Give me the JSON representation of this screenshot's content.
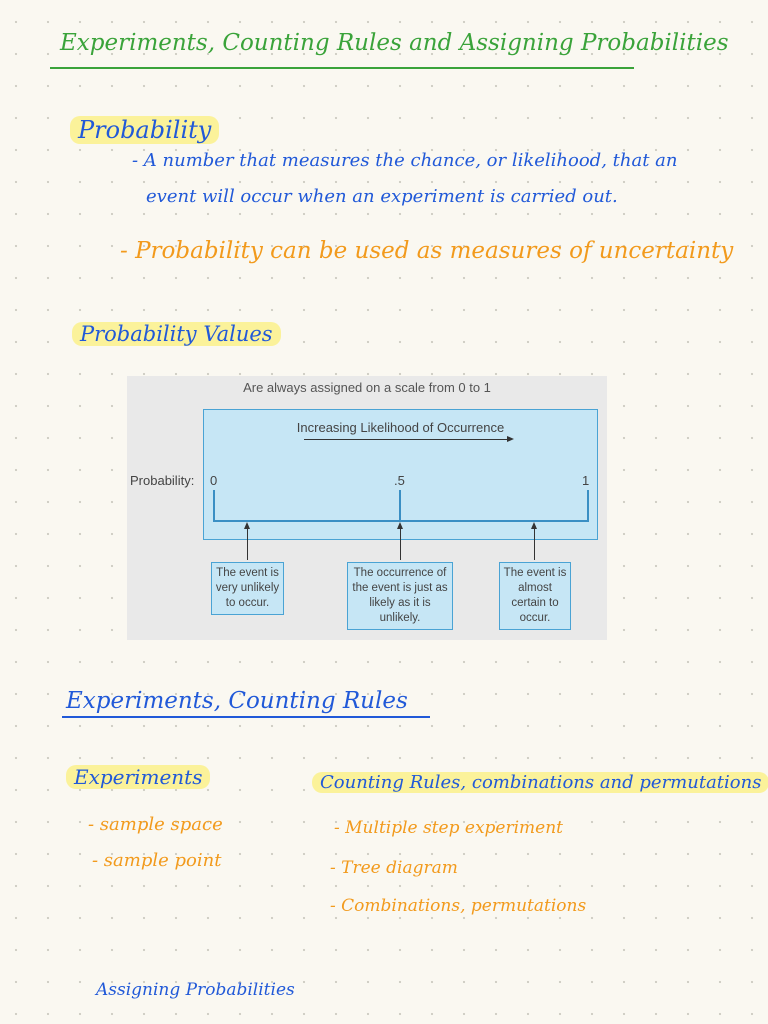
{
  "title": "Experiments, Counting Rules and Assigning Probabilities",
  "probability": {
    "heading": "Probability",
    "definition_line1": "- A number that measures the chance, or likelihood, that an",
    "definition_line2": "event will occur when an experiment is carried out.",
    "uncertainty_note": "- Probability can be used as measures of uncertainty"
  },
  "probability_values": {
    "heading": "Probability Values",
    "figure": {
      "caption": "Are always assigned on a scale from 0 to 1",
      "increasing_label": "Increasing Likelihood of Occurrence",
      "probability_label": "Probability:",
      "ticks": [
        "0",
        ".5",
        "1"
      ],
      "notes": [
        "The event is very unlikely to occur.",
        "The occurrence of the event is just as likely as it is unlikely.",
        "The event is almost certain to occur."
      ]
    }
  },
  "experiments_counting": {
    "heading": "Experiments, Counting Rules",
    "experiments": {
      "heading": "Experiments",
      "items": [
        "- sample space",
        "- sample point"
      ]
    },
    "counting_rules": {
      "heading": "Counting Rules, combinations and permutations",
      "items": [
        "- Multiple step experiment",
        "- Tree diagram",
        "- Combinations, permutations"
      ]
    }
  },
  "assigning_probabilities": "Assigning Probabilities",
  "colors": {
    "green": "#3aa33a",
    "blue": "#2159d8",
    "orange": "#f29a1c",
    "highlight": "#fbf29a",
    "figure_fill": "#c6e6f5",
    "figure_border": "#4aa3d4"
  }
}
